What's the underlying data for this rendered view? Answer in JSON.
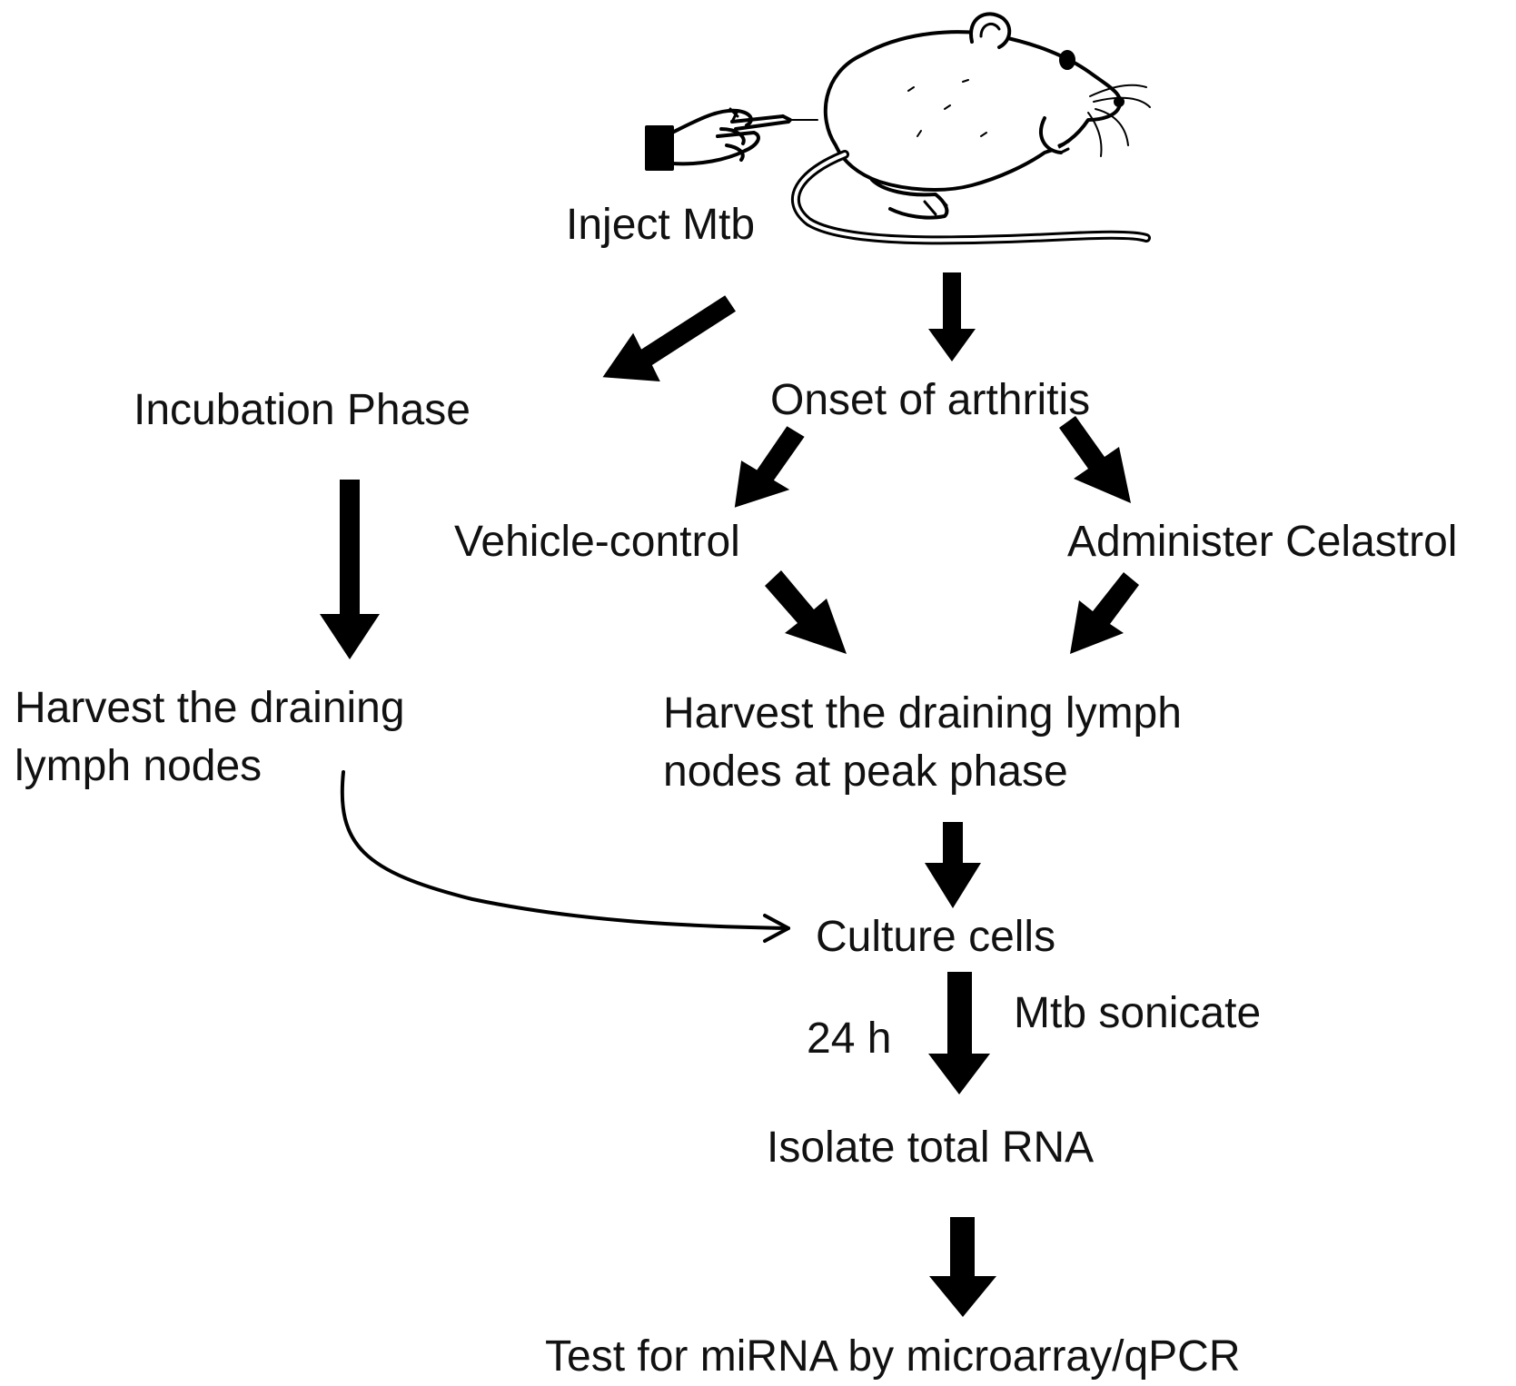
{
  "flowchart": {
    "inject": "Inject Mtb",
    "incubation": "Incubation Phase",
    "onset": "Onset of arthritis",
    "vehicle": "Vehicle-control",
    "celastrol": "Administer Celastrol",
    "harvest_left": {
      "line1": "Harvest the draining",
      "line2": "lymph nodes"
    },
    "harvest_right": {
      "line1": "Harvest the draining lymph",
      "line2": "nodes at peak phase"
    },
    "culture": "Culture cells",
    "duration": "24 h",
    "stimulus": "Mtb sonicate",
    "isolate": "Isolate total RNA",
    "test": "Test for miRNA by microarray/qPCR"
  },
  "illustration": {
    "subject_icon": "rat-icon",
    "injector_icon": "hand-syringe-icon"
  },
  "colors": {
    "ink": "#000000",
    "background": "#ffffff"
  }
}
